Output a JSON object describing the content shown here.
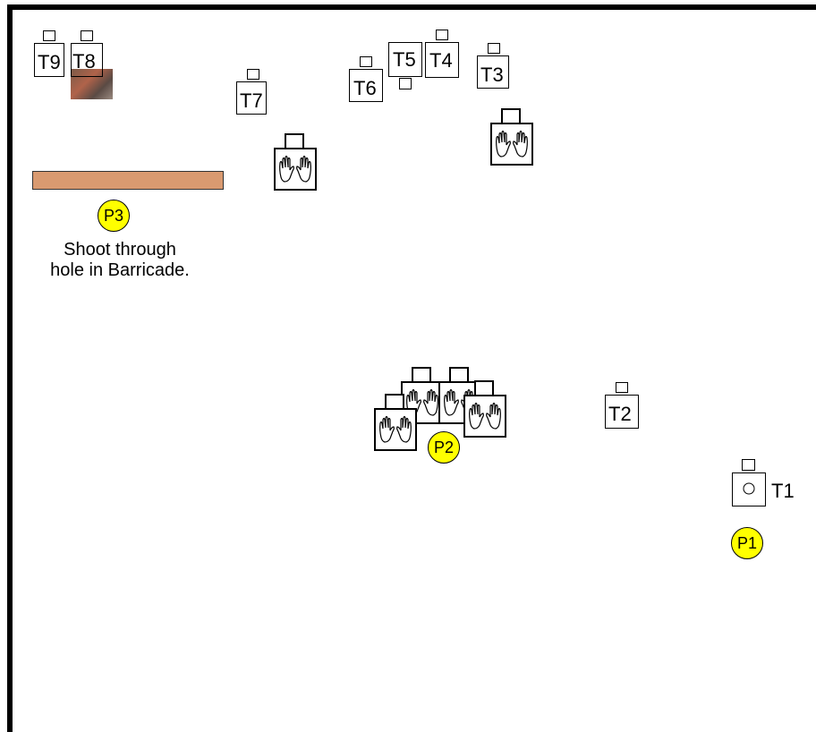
{
  "targets": [
    {
      "id": "target-t1",
      "label": "T1",
      "kind": "steel-round"
    },
    {
      "id": "target-t2",
      "label": "T2",
      "kind": "paper"
    },
    {
      "id": "target-t3",
      "label": "T3",
      "kind": "paper"
    },
    {
      "id": "target-t4",
      "label": "T4",
      "kind": "paper"
    },
    {
      "id": "target-t5",
      "label": "T5",
      "kind": "paper"
    },
    {
      "id": "target-t6",
      "label": "T6",
      "kind": "paper"
    },
    {
      "id": "target-t7",
      "label": "T7",
      "kind": "paper"
    },
    {
      "id": "target-t8",
      "label": "T8",
      "kind": "paper"
    },
    {
      "id": "target-t9",
      "label": "T9",
      "kind": "paper"
    }
  ],
  "positions": [
    {
      "id": "position-p1",
      "label": "P1"
    },
    {
      "id": "position-p2",
      "label": "P2"
    },
    {
      "id": "position-p3",
      "label": "P3"
    }
  ],
  "barricade": {
    "note": "Shoot through\nhole in Barricade."
  },
  "colors": {
    "position_fill": "#ffff00",
    "barricade_fill": "#d99a70"
  },
  "icons": {
    "no_shoot": "hands-icon"
  }
}
